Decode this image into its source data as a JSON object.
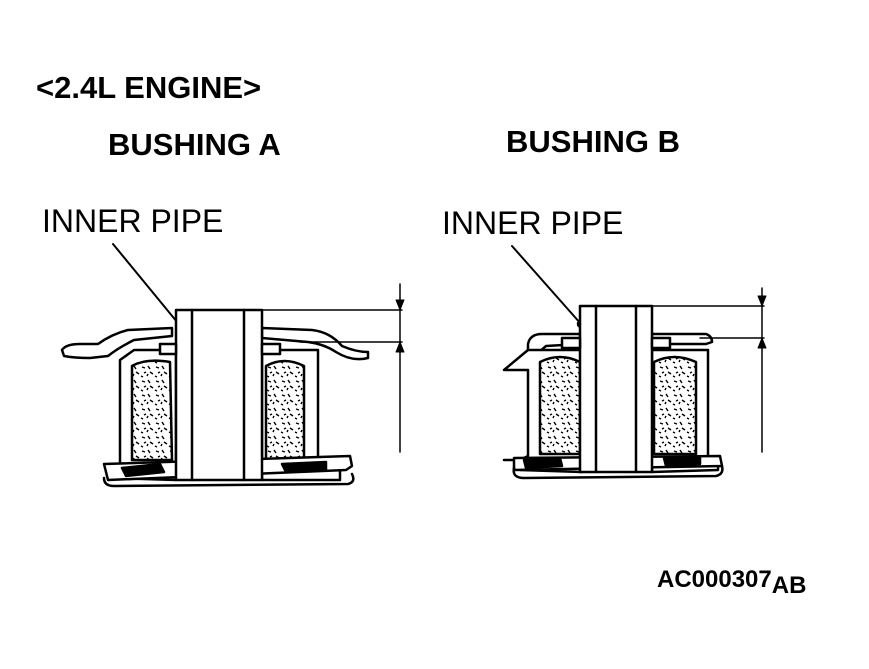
{
  "header": {
    "engine_label": "<2.4L ENGINE>"
  },
  "bushing_a": {
    "title": "BUSHING A",
    "callout": "INNER PIPE"
  },
  "bushing_b": {
    "title": "BUSHING B",
    "callout": "INNER PIPE"
  },
  "figure": {
    "code": "AC000307",
    "code_suffix": "AB"
  }
}
